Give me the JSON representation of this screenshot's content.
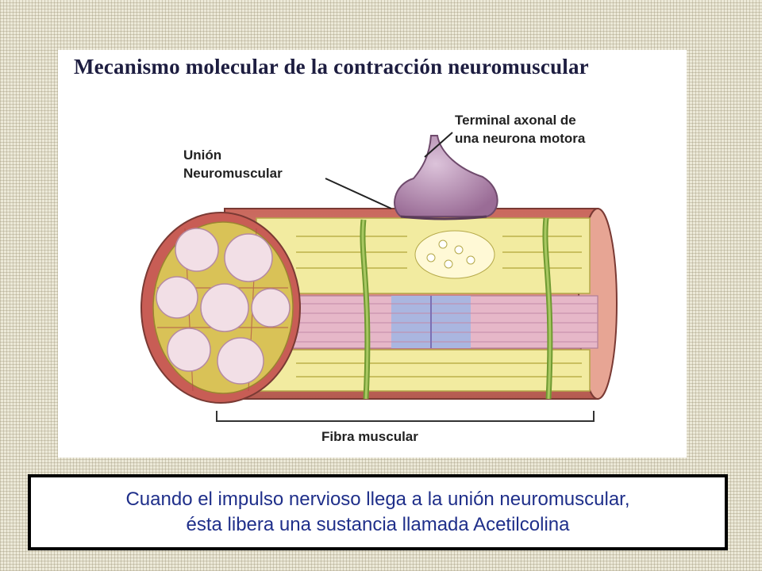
{
  "diagram": {
    "title": "Mecanismo molecular de la contracción neuromuscular",
    "labels": {
      "axon_terminal_line1": "Terminal axonal de",
      "axon_terminal_line2": "una neurona motora",
      "junction_line1": "Unión",
      "junction_line2": "Neuromuscular",
      "muscle_fiber": "Fibra muscular"
    }
  },
  "caption": {
    "line1": "Cuando el impulso nervioso llega a la unión neuromuscular,",
    "line2": "ésta libera una sustancia llamada Acetilcolina"
  },
  "colors": {
    "title": "#1d1d40",
    "caption_text": "#1f2f8a",
    "fiber_outer": "#d4776a",
    "sarcoplasm": "#f2eba0",
    "myofibril_pink": "#e6b7c8",
    "myofibril_blue": "#aab6e0",
    "t_tubule_green": "#8fb04a",
    "neuron": "#b890b4"
  }
}
